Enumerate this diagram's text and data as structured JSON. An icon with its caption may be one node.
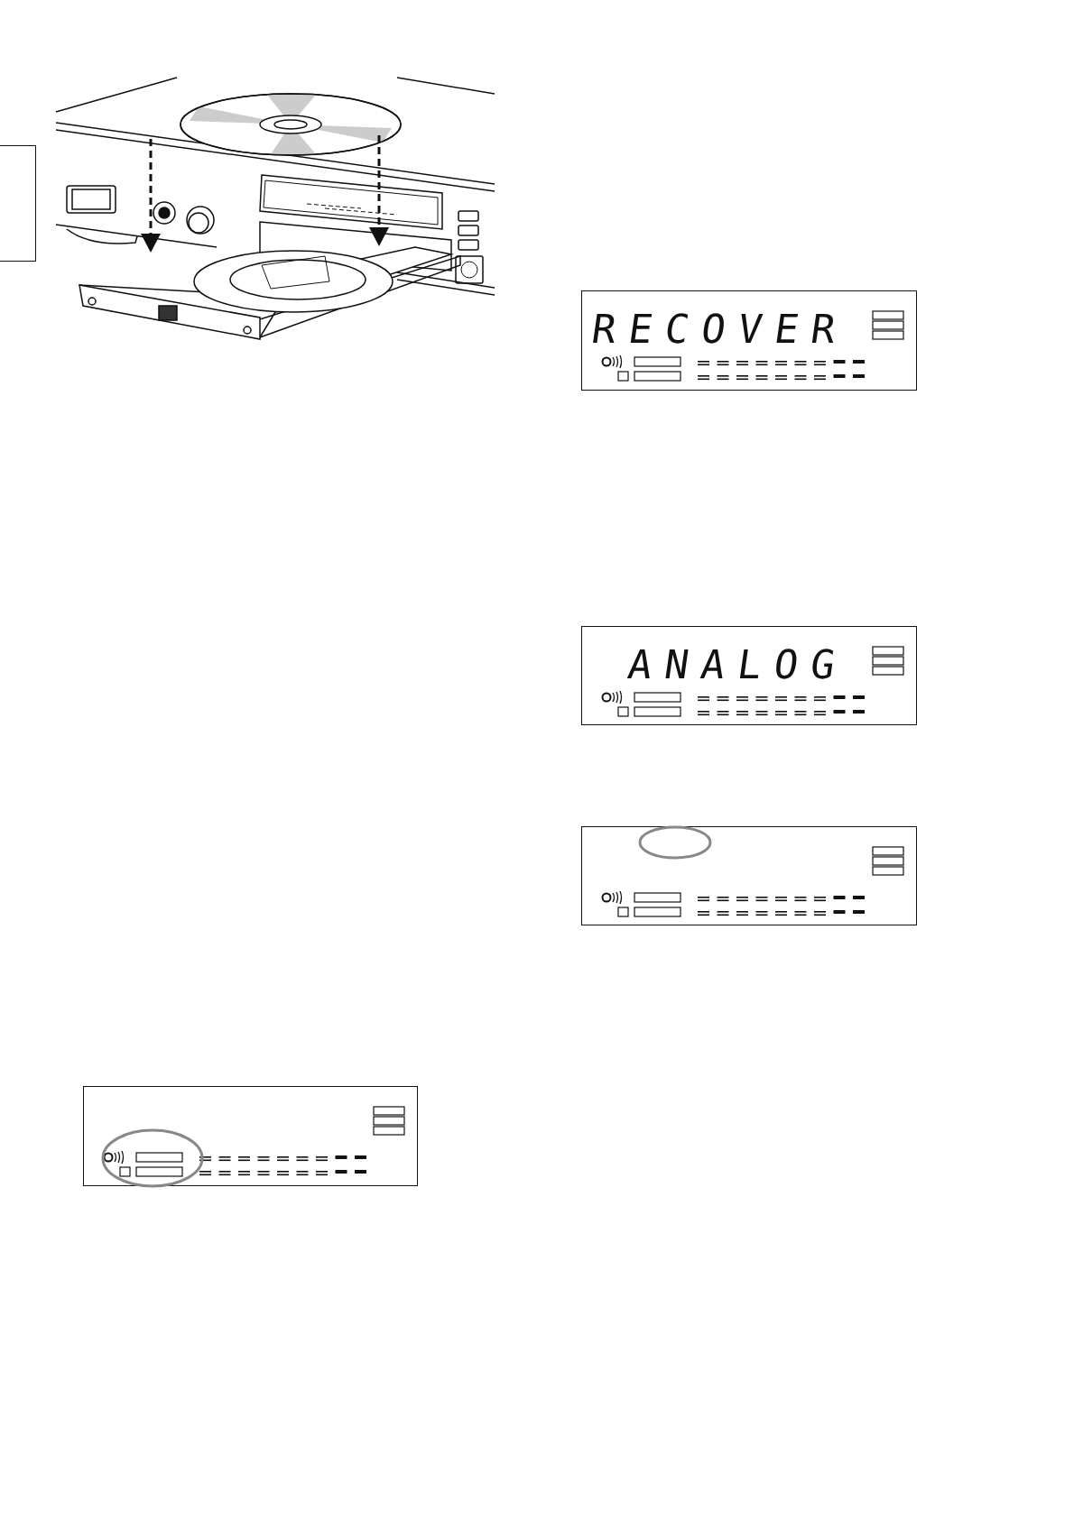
{
  "diagram": {
    "nodes": [
      {
        "text": [
          "RECOVER"
        ]
      },
      {
        "text": [
          "ANALOG"
        ]
      },
      {
        "text": [],
        "shape": "box"
      },
      {
        "text": [],
        "shape": "box"
      }
    ]
  }
}
